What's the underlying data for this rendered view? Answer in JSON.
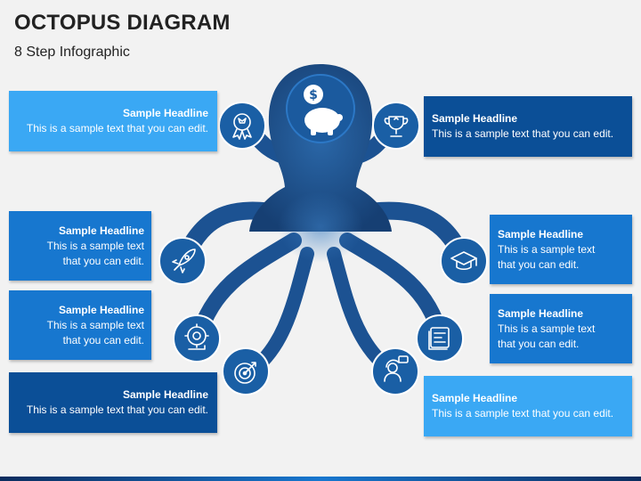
{
  "title": "OCTOPUS DIAGRAM",
  "subtitle": "8 Step Infographic",
  "colors": {
    "light": "#3aa8f4",
    "medium": "#1777cf",
    "dark": "#0b4f97",
    "octopus": "#1a4f8a"
  },
  "steps": [
    {
      "headline": "Sample Headline",
      "line1": "This is a sample text that you can edit.",
      "line2": "",
      "icon": "award-ribbon-icon"
    },
    {
      "headline": "Sample Headline",
      "line1": "This is a sample text",
      "line2": "that you can edit.",
      "icon": "rocket-icon"
    },
    {
      "headline": "Sample Headline",
      "line1": "This is a sample text",
      "line2": "that you can edit.",
      "icon": "gear-head-icon"
    },
    {
      "headline": "Sample Headline",
      "line1": "This is a sample text that you can edit.",
      "line2": "",
      "icon": "target-icon"
    },
    {
      "headline": "Sample Headline",
      "line1": "This is a sample text that you can edit.",
      "line2": "",
      "icon": "trophy-icon"
    },
    {
      "headline": "Sample Headline",
      "line1": "This is a sample text",
      "line2": "that you can edit.",
      "icon": "graduation-cap-icon"
    },
    {
      "headline": "Sample Headline",
      "line1": "This is a sample text",
      "line2": "that you can edit.",
      "icon": "blueprint-icon"
    },
    {
      "headline": "Sample Headline",
      "line1": "This is a sample text that you can edit.",
      "line2": "",
      "icon": "customer-support-icon"
    }
  ],
  "center_icon": "piggy-bank-dollar-icon"
}
